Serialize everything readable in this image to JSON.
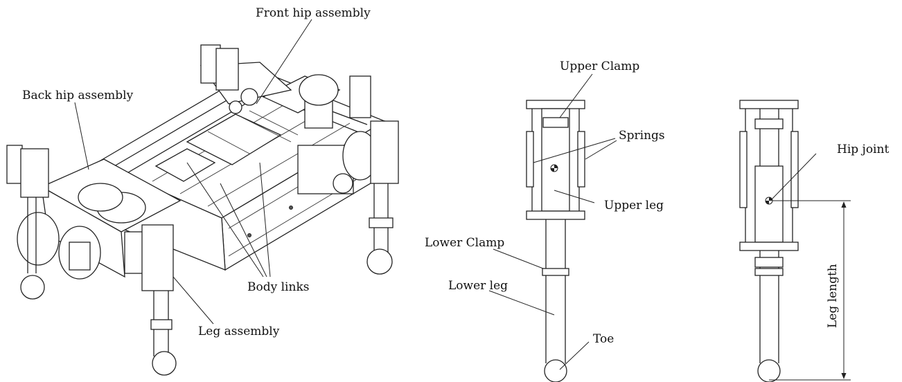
{
  "robot_labels": {
    "front_hip": "Front hip assembly",
    "back_hip": "Back hip assembly",
    "body_links": "Body links",
    "leg_assembly": "Leg assembly"
  },
  "leg_labels": {
    "upper_clamp": "Upper Clamp",
    "springs": "Springs",
    "upper_leg": "Upper leg",
    "lower_clamp": "Lower Clamp",
    "lower_leg": "Lower leg",
    "toe": "Toe"
  },
  "leg2_labels": {
    "hip_joint": "Hip joint",
    "leg_length": "Leg length"
  }
}
